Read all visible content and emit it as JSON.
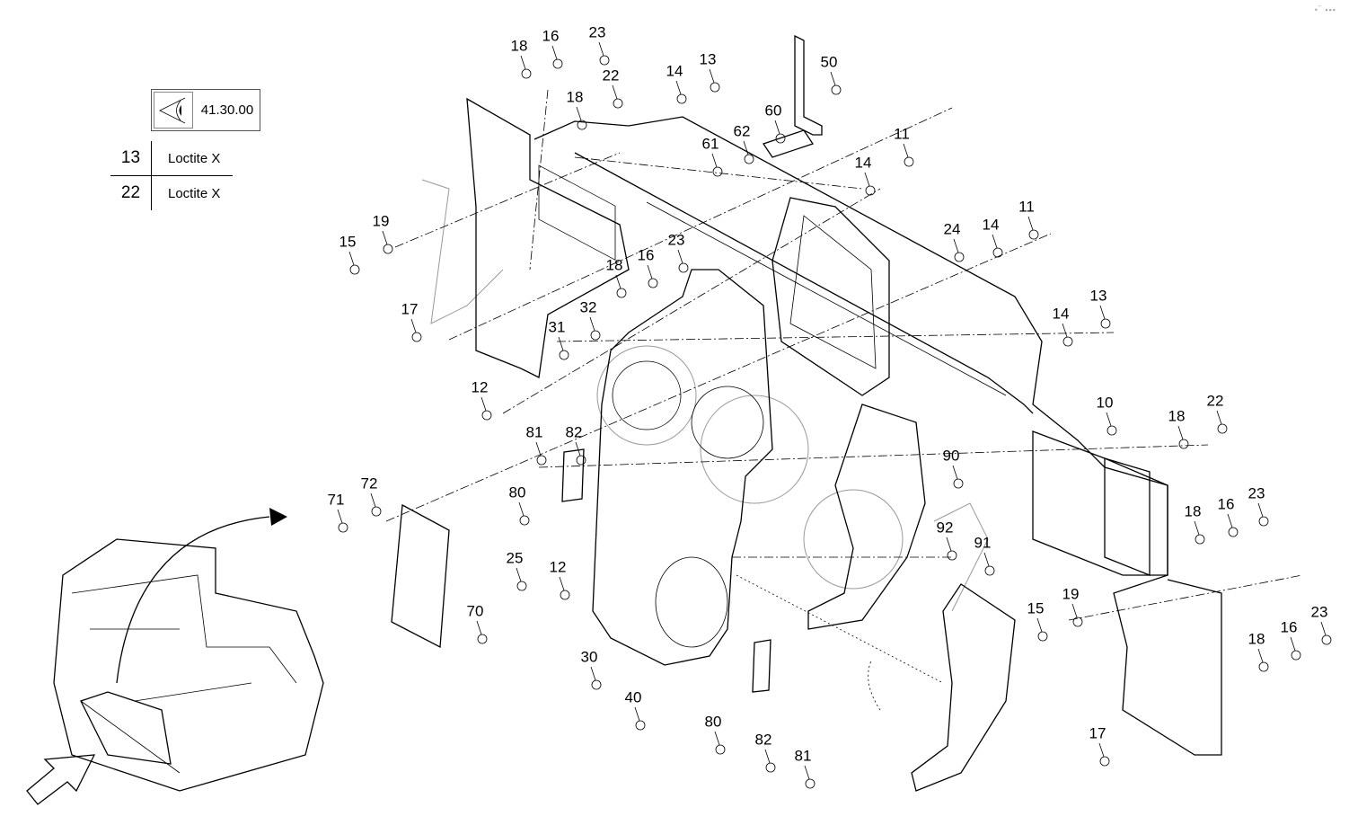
{
  "reference": {
    "icon": "view-eye-icon",
    "code": "41.30.00"
  },
  "notes": [
    {
      "item": "13",
      "text": "Loctite X"
    },
    {
      "item": "22",
      "text": "Loctite X"
    }
  ],
  "corner_indicator": "•‾ ▪▪▪",
  "callouts": [
    "18",
    "16",
    "23",
    "22",
    "18",
    "14",
    "13",
    "50",
    "60",
    "62",
    "61",
    "11",
    "14",
    "24",
    "14",
    "11",
    "19",
    "15",
    "17",
    "18",
    "16",
    "23",
    "32",
    "31",
    "14",
    "13",
    "10",
    "12",
    "22",
    "18",
    "90",
    "81",
    "82",
    "80",
    "72",
    "71",
    "23",
    "16",
    "18",
    "92",
    "91",
    "25",
    "12",
    "15",
    "19",
    "70",
    "30",
    "18",
    "16",
    "23",
    "40",
    "80",
    "82",
    "81",
    "17"
  ],
  "colors": {
    "line": "#000000",
    "watermark": "#999999"
  }
}
